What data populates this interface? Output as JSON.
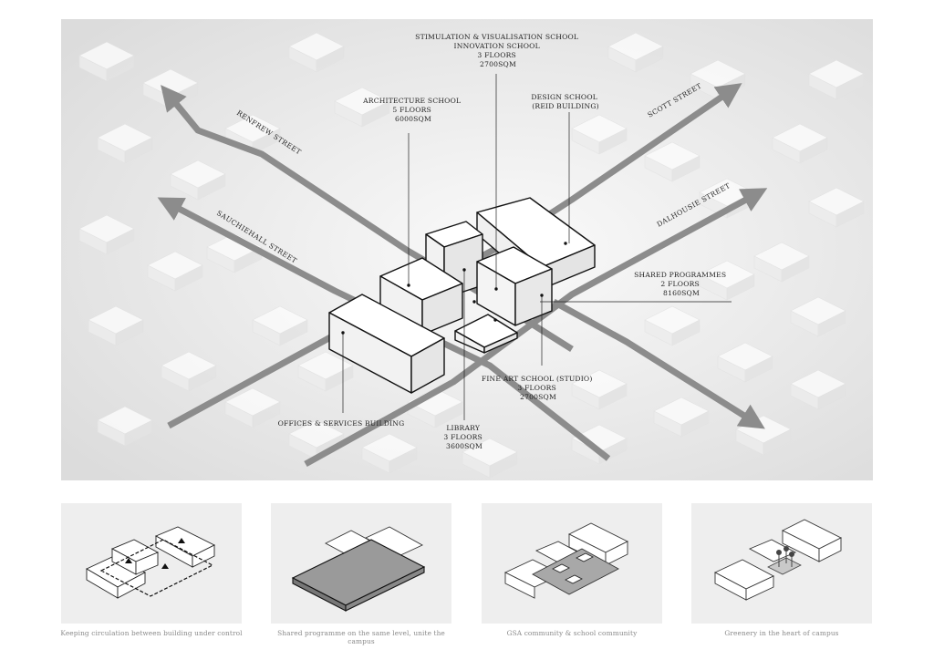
{
  "streets": {
    "renfrew": "RENFREW STREET",
    "sauchiehall": "SAUCHIEHALL STREET",
    "scott": "SCOTT STREET",
    "dalhousie": "DALHOUSIE STREET"
  },
  "labels": {
    "stimulation": [
      "STIMULATION & VISUALISATION SCHOOL",
      "INNOVATION SCHOOL",
      "3 FLOORS",
      "2700SQM"
    ],
    "architecture": [
      "ARCHITECTURE SCHOOL",
      "5 FLOORS",
      "6000SQM"
    ],
    "design": [
      "DESIGN SCHOOL",
      "(REID BUILDING)"
    ],
    "shared": [
      "SHARED PROGRAMMES",
      "2 FLOORS",
      "8160SQM"
    ],
    "fineart": [
      "FINE ART SCHOOL (STUDIO)",
      "3 FLOORS",
      "2700SQM"
    ],
    "offices": [
      "OFFICES & SERVICES BUILDING"
    ],
    "library": [
      "LIBRARY",
      "3 FLOORS",
      "3600SQM"
    ]
  },
  "captions": [
    "Keeping circulation between building under control",
    "Shared programme on the same level, unite the campus",
    "GSA community & school community",
    "Greenery in the heart of campus"
  ],
  "colors": {
    "background_gray": "#e9e9e9",
    "context_block": "#f6f6f6",
    "arrow": "#8c8c8c",
    "highlight": "#9a9a9a",
    "line": "#111111"
  }
}
